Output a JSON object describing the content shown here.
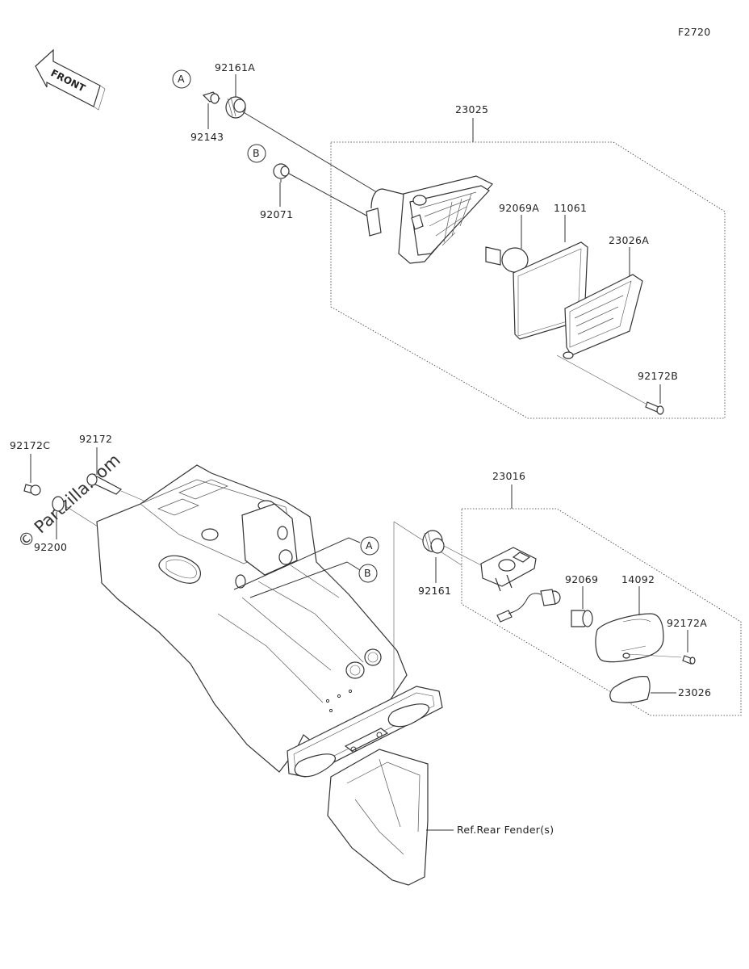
{
  "figure_code": "F2720",
  "front_label": "FRONT",
  "watermark": "© Partzilla.com",
  "parts": {
    "p23025": "23025",
    "p92161A": "92161A",
    "p92143": "92143",
    "p92071": "92071",
    "p92069A": "92069A",
    "p11061": "11061",
    "p23026A": "23026A",
    "p92172B": "92172B",
    "p92172C": "92172C",
    "p92172": "92172",
    "p92200": "92200",
    "p23016": "23016",
    "p92161": "92161",
    "p92069": "92069",
    "p14092": "14092",
    "p92172A": "92172A",
    "p23026": "23026",
    "ref_rear_fender": "Ref.Rear Fender(s)"
  },
  "callouts": {
    "a": "A",
    "b": "B"
  }
}
